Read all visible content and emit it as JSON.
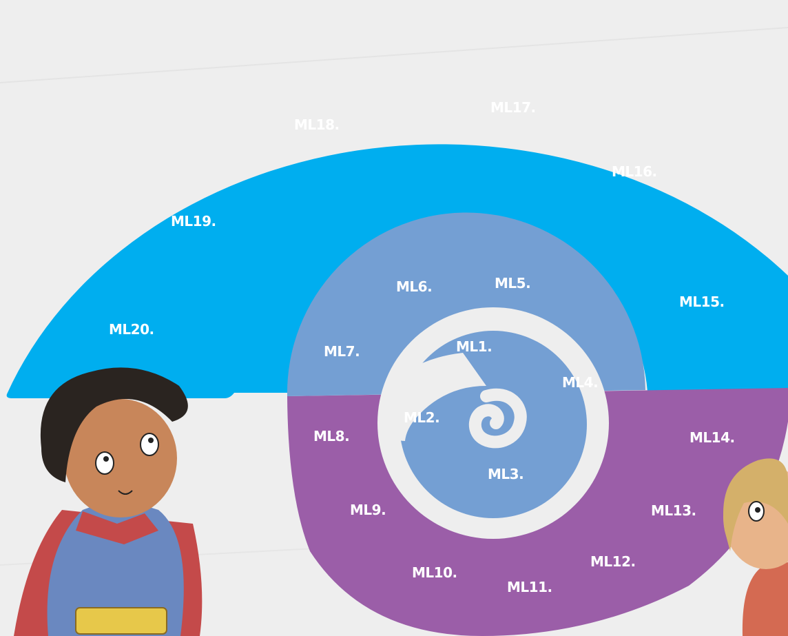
{
  "colors": {
    "background": "#eeeeee",
    "outer_band": "#00aeef",
    "middle_band_top": "#749fd3",
    "middle_band_bottom": "#9b5ea8",
    "inner_disc": "#749fd3",
    "spiral": "#eeeeee",
    "label_text": "#ffffff"
  },
  "labels": {
    "ml1": "ML1.",
    "ml2": "ML2.",
    "ml3": "ML3.",
    "ml4": "ML4.",
    "ml5": "ML5.",
    "ml6": "ML6.",
    "ml7": "ML7.",
    "ml8": "ML8.",
    "ml9": "ML9.",
    "ml10": "ML10.",
    "ml11": "ML11.",
    "ml12": "ML12.",
    "ml13": "ML13.",
    "ml14": "ML14.",
    "ml15": "ML15.",
    "ml16": "ML16.",
    "ml17": "ML17.",
    "ml18": "ML18.",
    "ml19": "ML19.",
    "ml20": "ML20."
  },
  "illustrations": {
    "left_character": "boy-superhero-illustration",
    "right_character": "blond-child-illustration"
  }
}
